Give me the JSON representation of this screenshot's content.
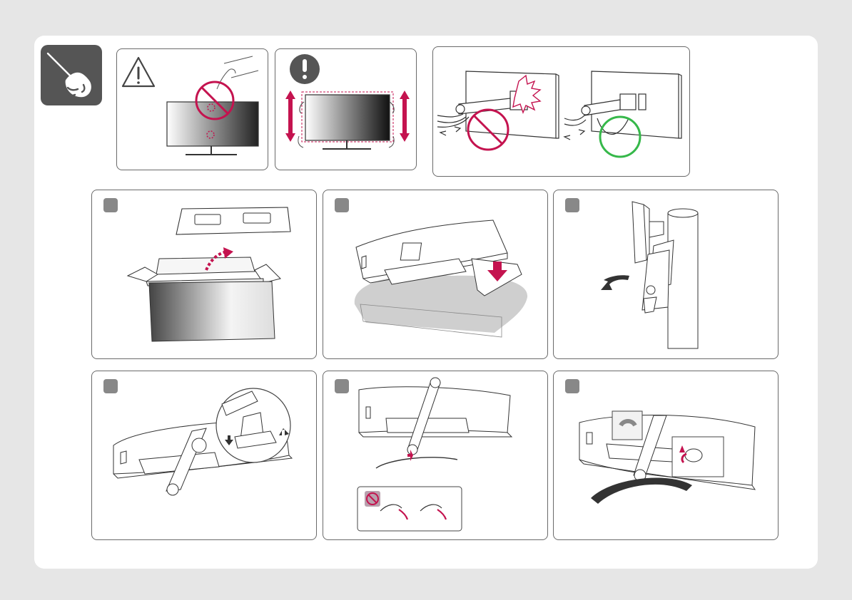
{
  "document": {
    "type": "monitor-stand-assembly-guide",
    "colors": {
      "background": "#e6e6e6",
      "sheet": "#ffffff",
      "border": "#6a6a6a",
      "badge": "#555555",
      "step_badge": "#888888",
      "warning": "#c4134f",
      "ok": "#36b84a"
    },
    "header": {
      "tool_icon": "screwdriver-hand-icon"
    },
    "cautions": [
      {
        "icon": "warning-triangle-icon",
        "content": "do-not-press-screen"
      },
      {
        "icon": "exclamation-circle-icon",
        "content": "hold-monitor-by-frame"
      },
      {
        "icon": "prohibited-icon",
        "ok_icon": "ok-circle-icon",
        "content": "cable-routing"
      }
    ],
    "steps": [
      {
        "id": 1,
        "icon": "unbox-illustration"
      },
      {
        "id": 2,
        "icon": "place-monitor-face-down"
      },
      {
        "id": 3,
        "icon": "open-stand-cover"
      },
      {
        "id": 4,
        "icon": "attach-stand-arm"
      },
      {
        "id": 5,
        "icon": "attach-stand-base"
      },
      {
        "id": 6,
        "icon": "tighten-base-screw"
      }
    ]
  }
}
